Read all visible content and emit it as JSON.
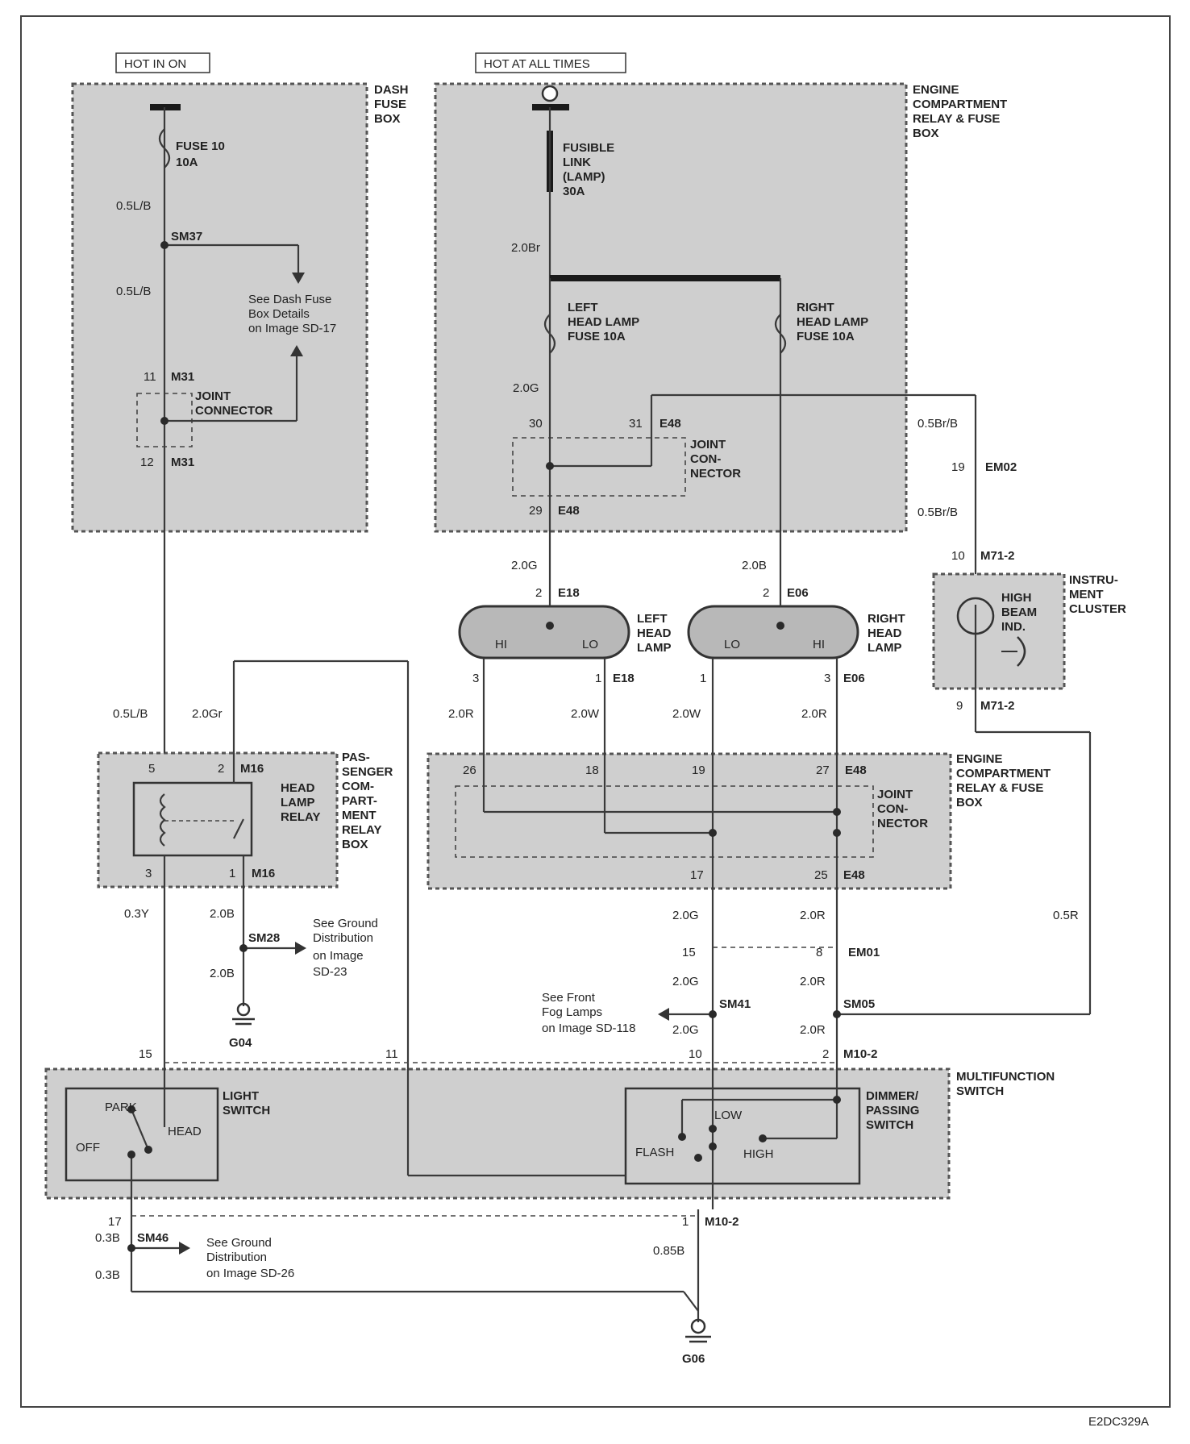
{
  "power": {
    "hot_in_on": "HOT IN ON",
    "hot_at_all_times": "HOT AT ALL TIMES"
  },
  "dash_fuse_box": {
    "title_l1": "DASH",
    "title_l2": "FUSE",
    "title_l3": "BOX",
    "fuse_l1": "FUSE 10",
    "fuse_l2": "10A",
    "wire_top": "0.5L/B",
    "splice": "SM37",
    "wire_mid": "0.5L/B",
    "note_l1": "See Dash Fuse",
    "note_l2": "Box Details",
    "note_l3": "on Image SD-17",
    "pin_in": "11",
    "conn_in": "M31",
    "joint_l1": "JOINT",
    "joint_l2": "CONNECTOR",
    "pin_out": "12",
    "conn_out": "M31"
  },
  "engine_box_top": {
    "title_l1": "ENGINE",
    "title_l2": "COMPARTMENT",
    "title_l3": "RELAY & FUSE",
    "title_l4": "BOX",
    "link_l1": "FUSIBLE",
    "link_l2": "LINK",
    "link_l3": "(LAMP)",
    "link_l4": "30A",
    "wire_br": "2.0Br",
    "left_fuse_l1": "LEFT",
    "left_fuse_l2": "HEAD LAMP",
    "left_fuse_l3": "FUSE 10A",
    "right_fuse_l1": "RIGHT",
    "right_fuse_l2": "HEAD LAMP",
    "right_fuse_l3": "FUSE 10A",
    "wire_g": "2.0G",
    "pin30": "30",
    "pin31": "31",
    "conn_e48": "E48",
    "joint_l1": "JOINT",
    "joint_l2": "CON-",
    "joint_l3": "NECTOR",
    "pin29": "29",
    "conn_e48b": "E48"
  },
  "high_beam_feed": {
    "wire1": "0.5Br/B",
    "pin19": "19",
    "conn_em02": "EM02",
    "wire2": "0.5Br/B",
    "pin10": "10",
    "conn_m71": "M71-2"
  },
  "instrument_cluster": {
    "title_l1": "INSTRU-",
    "title_l2": "MENT",
    "title_l3": "CLUSTER",
    "ind_l1": "HIGH",
    "ind_l2": "BEAM",
    "ind_l3": "IND.",
    "pin9": "9",
    "conn_m71b": "M71-2"
  },
  "left_head_lamp": {
    "wire_in": "2.0G",
    "pin2": "2",
    "conn": "E18",
    "title_l1": "LEFT",
    "title_l2": "HEAD",
    "title_l3": "LAMP",
    "hi": "HI",
    "lo": "LO",
    "pin3": "3",
    "pin1": "1",
    "conn_b": "E18",
    "wire_hi": "2.0R",
    "wire_lo": "2.0W"
  },
  "right_head_lamp": {
    "wire_in": "2.0B",
    "pin2": "2",
    "conn": "E06",
    "title_l1": "RIGHT",
    "title_l2": "HEAD",
    "title_l3": "LAMP",
    "lo": "LO",
    "hi": "HI",
    "pin1": "1",
    "pin3": "3",
    "conn_b": "E06",
    "wire_lo": "2.0W",
    "wire_hi": "2.0R"
  },
  "engine_box_joint": {
    "title_l1": "ENGINE",
    "title_l2": "COMPARTMENT",
    "title_l3": "RELAY & FUSE",
    "title_l4": "BOX",
    "pin26": "26",
    "pin18": "18",
    "pin19": "19",
    "pin27": "27",
    "conn": "E48",
    "joint_l1": "JOINT",
    "joint_l2": "CON-",
    "joint_l3": "NECTOR",
    "pin17": "17",
    "pin25": "25",
    "conn_b": "E48"
  },
  "passenger_relay_box": {
    "wire_lb": "0.5L/B",
    "wire_gr": "2.0Gr",
    "pin5": "5",
    "pin2": "2",
    "conn": "M16",
    "relay_l1": "HEAD",
    "relay_l2": "LAMP",
    "relay_l3": "RELAY",
    "title_l1": "PAS-",
    "title_l2": "SENGER",
    "title_l3": "COM-",
    "title_l4": "PART-",
    "title_l5": "MENT",
    "title_l6": "RELAY",
    "title_l7": "BOX",
    "pin3": "3",
    "pin1": "1",
    "conn_b": "M16"
  },
  "ground_g04": {
    "wire_y": "0.3Y",
    "wire_b1": "2.0B",
    "splice": "SM28",
    "wire_b2": "2.0B",
    "note_l1": "See Ground",
    "note_l2": "Distribution",
    "note_l3": "on Image",
    "note_l4": "SD-23",
    "ground": "G04"
  },
  "dimmer_feed": {
    "wire_g1": "2.0G",
    "wire_r1": "2.0R",
    "pin15": "15",
    "pin8": "8",
    "conn_em01": "EM01",
    "wire_g2": "2.0G",
    "wire_r2": "2.0R",
    "splice_sm41": "SM41",
    "splice_sm05": "SM05",
    "note_l1": "See Front",
    "note_l2": "Fog Lamps",
    "note_l3": "on Image SD-118",
    "wire_g3": "2.0G",
    "wire_r3": "2.0R",
    "wire_05r": "0.5R"
  },
  "multifunction_switch": {
    "title_l1": "MULTIFUNCTION",
    "title_l2": "SWITCH",
    "pin15": "15",
    "pin11": "11",
    "pin10": "10",
    "pin2": "2",
    "conn": "M10-2",
    "light_l1": "LIGHT",
    "light_l2": "SWITCH",
    "park": "PARK",
    "head": "HEAD",
    "off": "OFF",
    "dimmer_l1": "DIMMER/",
    "dimmer_l2": "PASSING",
    "dimmer_l3": "SWITCH",
    "low": "LOW",
    "flash": "FLASH",
    "high": "HIGH",
    "pin17": "17",
    "pin1": "1",
    "conn_b": "M10-2"
  },
  "ground_g06": {
    "wire_b1": "0.3B",
    "splice": "SM46",
    "wire_b2": "0.3B",
    "note_l1": "See Ground",
    "note_l2": "Distribution",
    "note_l3": "on Image SD-26",
    "wire_085b": "0.85B",
    "ground": "G06"
  },
  "footer": {
    "code": "E2DC329A"
  }
}
